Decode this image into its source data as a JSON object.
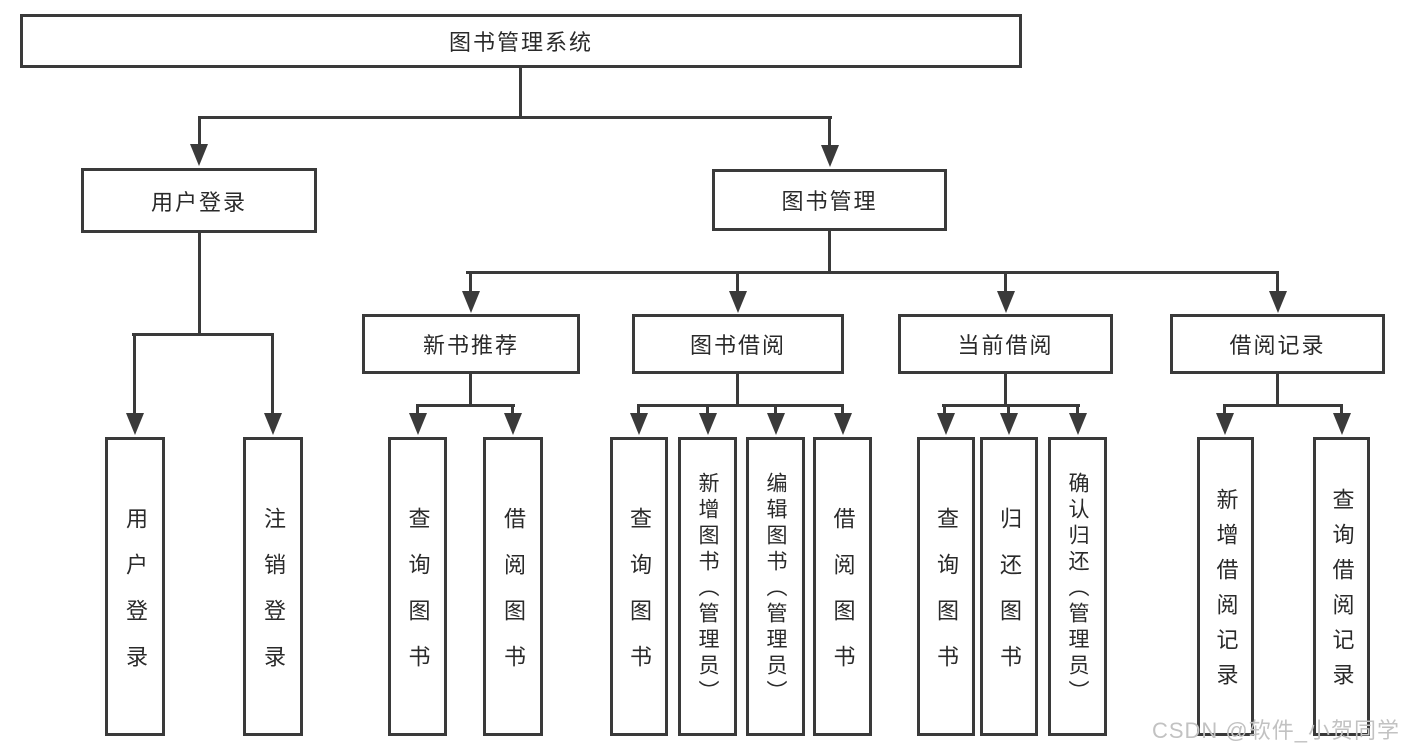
{
  "tree": {
    "label": "图书管理系统",
    "children": [
      {
        "label": "用户登录",
        "children": [
          {
            "label": "用户登录"
          },
          {
            "label": "注销登录"
          }
        ]
      },
      {
        "label": "图书管理",
        "children": [
          {
            "label": "新书推荐",
            "children": [
              {
                "label": "查询图书"
              },
              {
                "label": "借阅图书"
              }
            ]
          },
          {
            "label": "图书借阅",
            "children": [
              {
                "label": "查询图书"
              },
              {
                "label": "新增图书（管理员）"
              },
              {
                "label": "编辑图书（管理员）"
              },
              {
                "label": "借阅图书"
              }
            ]
          },
          {
            "label": "当前借阅",
            "children": [
              {
                "label": "查询图书"
              },
              {
                "label": "归还图书"
              },
              {
                "label": "确认归还（管理员）"
              }
            ]
          },
          {
            "label": "借阅记录",
            "children": [
              {
                "label": "新增借阅记录"
              },
              {
                "label": "查询借阅记录"
              }
            ]
          }
        ]
      }
    ]
  },
  "watermark": {
    "text": "CSDN @软件_小贺同学"
  },
  "colors": {
    "line": "#3a3a3a",
    "box_border": "#3a3a3a",
    "text": "#2a2a2a",
    "watermark": "#c2c2c2",
    "background": "#ffffff"
  }
}
